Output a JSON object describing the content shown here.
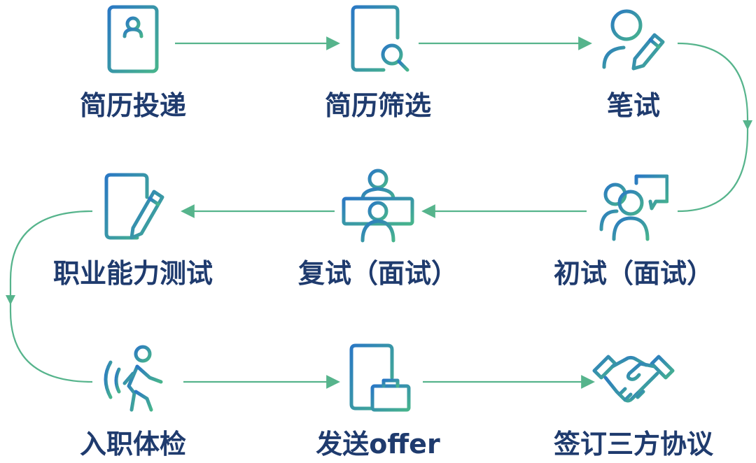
{
  "colors": {
    "icon_gradient_start": "#2a78c4",
    "icon_gradient_end": "#47b48c",
    "connector": "#56b48c",
    "label": "#1f3b6e"
  },
  "steps": [
    {
      "label": "简历投递",
      "icon": "resume-icon"
    },
    {
      "label": "简历筛选",
      "icon": "document-search-icon"
    },
    {
      "label": "笔试",
      "icon": "user-pencil-icon"
    },
    {
      "label": "初试（面试）",
      "icon": "people-chat-icon"
    },
    {
      "label": "复试（面试）",
      "icon": "video-interview-icon"
    },
    {
      "label": "职业能力测试",
      "icon": "form-pencil-icon"
    },
    {
      "label": "入职体检",
      "icon": "walking-person-icon"
    },
    {
      "label": "发送offer",
      "icon": "document-briefcase-icon"
    },
    {
      "label": "签订三方协议",
      "icon": "handshake-icon"
    }
  ]
}
